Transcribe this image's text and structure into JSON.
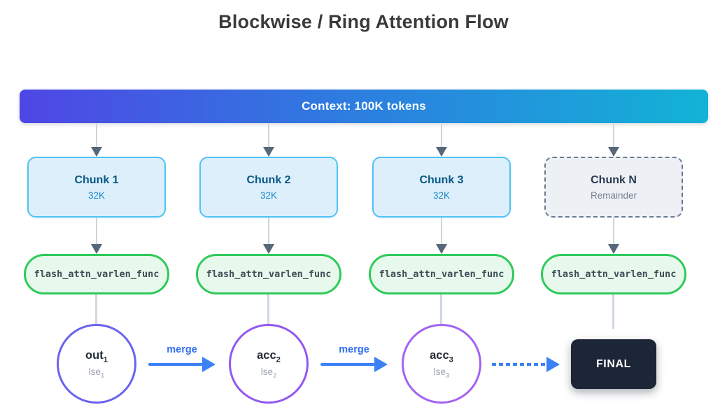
{
  "title": "Blockwise / Ring Attention Flow",
  "banner": {
    "label": "Context: 100K tokens",
    "gradient_from": "#4f46e5",
    "gradient_to": "#12b3d6"
  },
  "columns": [
    {
      "chunk_title": "Chunk 1",
      "chunk_subtitle": "32K",
      "func_label": "flash_attn_varlen_func"
    },
    {
      "chunk_title": "Chunk 2",
      "chunk_subtitle": "32K",
      "func_label": "flash_attn_varlen_func"
    },
    {
      "chunk_title": "Chunk 3",
      "chunk_subtitle": "32K",
      "func_label": "flash_attn_varlen_func"
    },
    {
      "chunk_title": "Chunk N",
      "chunk_subtitle": "Remainder",
      "func_label": "flash_attn_varlen_func"
    }
  ],
  "nodes": [
    {
      "main": "out",
      "main_sub": "1",
      "secondary": "lse",
      "secondary_sub": "1",
      "border_color": "#6a63ee"
    },
    {
      "main": "acc",
      "main_sub": "2",
      "secondary": "lse",
      "secondary_sub": "2",
      "border_color": "#9259f0"
    },
    {
      "main": "acc",
      "main_sub": "3",
      "secondary": "lse",
      "secondary_sub": "3",
      "border_color": "#a263f2"
    }
  ],
  "merge_labels": [
    "merge",
    "merge"
  ],
  "final_label": "FINAL",
  "colors": {
    "chunk_bg": "#ddeffb",
    "chunk_border": "#4fc3f7",
    "chunk_title_text": "#075985",
    "chunk_subtitle_text": "#2089c9",
    "chunk_ghost_bg": "#edf1f6",
    "chunk_ghost_border": "#6b7a90",
    "func_bg": "#e6f9ec",
    "func_border": "#2fca5a",
    "func_text": "#3f4d56",
    "connector_line": "#ccd5df",
    "connector_arrowhead": "#56677a",
    "merge_arrow": "#3b82f6",
    "merge_text": "#2f6ff2",
    "final_bg": "#1c2637",
    "final_text": "#ffffff"
  }
}
